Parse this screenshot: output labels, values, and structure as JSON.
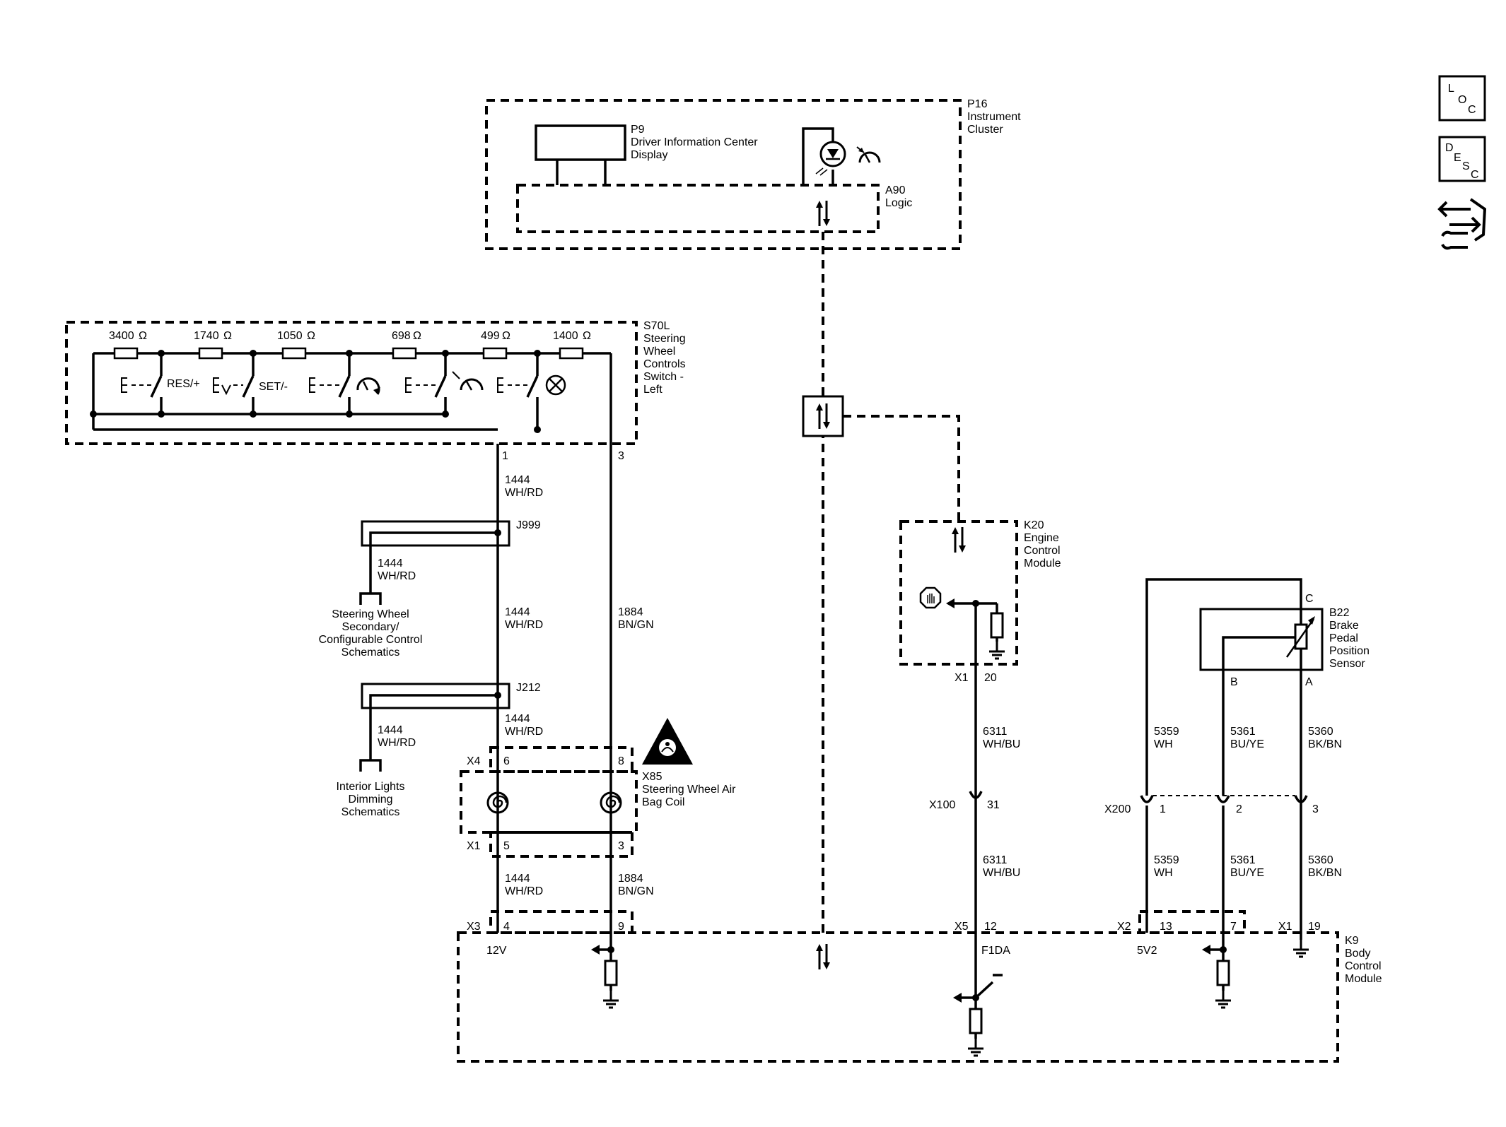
{
  "instrument_cluster": {
    "name": [
      "P16",
      "Instrument",
      "Cluster"
    ],
    "display": [
      "P9",
      "Driver Information Center",
      "Display"
    ],
    "logic": [
      "A90",
      "Logic"
    ]
  },
  "switch": {
    "name": [
      "S70L",
      "Steering",
      "Wheel",
      "Controls",
      "Switch -",
      "Left"
    ],
    "resistors": [
      "3400",
      "1740",
      "1050",
      "698",
      "499",
      "1400"
    ],
    "ohm": "Ω",
    "res_label": "RES/+",
    "set_label": "SET/-",
    "pin_signal": "1",
    "pin_return": "3"
  },
  "wires": {
    "signal_1": [
      "1444",
      "WH/RD"
    ],
    "signal_2": [
      "1444",
      "WH/RD"
    ],
    "signal_3": [
      "1444",
      "WH/RD"
    ],
    "signal_4": [
      "1444",
      "WH/RD"
    ],
    "branch_j999": [
      "1444",
      "WH/RD"
    ],
    "branch_j212": [
      "1444",
      "WH/RD"
    ],
    "return_1": [
      "1884",
      "BN/GN"
    ],
    "return_2": [
      "1884",
      "BN/GN"
    ],
    "ecm_1": [
      "6311",
      "WH/BU"
    ],
    "ecm_2": [
      "6311",
      "WH/BU"
    ],
    "b22_wh_1": [
      "5359",
      "WH"
    ],
    "b22_wh_2": [
      "5359",
      "WH"
    ],
    "b22_bu_1": [
      "5361",
      "BU/YE"
    ],
    "b22_bu_2": [
      "5361",
      "BU/YE"
    ],
    "b22_bk_1": [
      "5360",
      "BK/BN"
    ],
    "b22_bk_2": [
      "5360",
      "BK/BN"
    ]
  },
  "splices": {
    "j999": "J999",
    "j212": "J212"
  },
  "refs": {
    "secondary": [
      "Steering Wheel",
      "Secondary/",
      "Configurable Control",
      "Schematics"
    ],
    "dimming": [
      "Interior Lights",
      "Dimming",
      "Schematics"
    ]
  },
  "coil": {
    "name": [
      "X85",
      "Steering Wheel Air",
      "Bag Coil"
    ],
    "x4": "X4",
    "x4_pin_a": "6",
    "x4_pin_b": "8",
    "x1": "X1",
    "x1_pin_a": "5",
    "x1_pin_b": "3"
  },
  "ecm": {
    "name": [
      "K20",
      "Engine",
      "Control",
      "Module"
    ],
    "conn": "X1",
    "pin": "20"
  },
  "inline_x100": {
    "conn": "X100",
    "pin": "31"
  },
  "inline_x200": {
    "conn": "X200",
    "pin_1": "1",
    "pin_2": "2",
    "pin_3": "3"
  },
  "b22": {
    "name": [
      "B22",
      "Brake",
      "Pedal",
      "Position",
      "Sensor"
    ],
    "pin_c": "C",
    "pin_b": "B",
    "pin_a": "A"
  },
  "bcm": {
    "name": [
      "K9",
      "Body",
      "Control",
      "Module"
    ],
    "x3": "X3",
    "x3_pin_a": "4",
    "x3_pin_b": "9",
    "v12": "12V",
    "x5": "X5",
    "x5_pin": "12",
    "f1da": "F1DA",
    "x2": "X2",
    "x2_pin_a": "13",
    "x2_pin_b": "7",
    "v5": "5V2",
    "x1": "X1",
    "x1_pin": "19"
  },
  "side_icons": {
    "loc": [
      "L",
      "O",
      "C"
    ],
    "desc": [
      "D",
      "E",
      "S",
      "C"
    ]
  }
}
